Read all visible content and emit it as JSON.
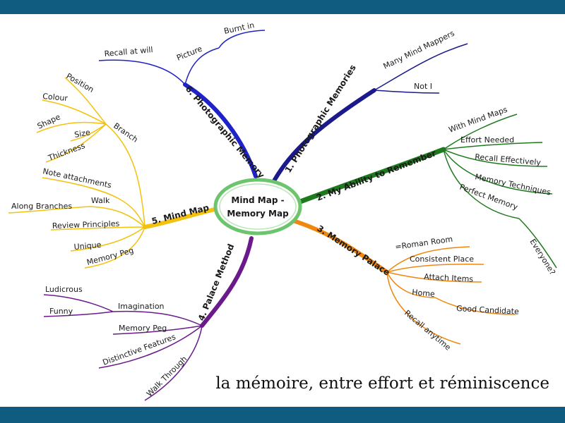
{
  "center": {
    "line1": "Mind Map -",
    "line2": "Memory Map"
  },
  "branches": {
    "b1": {
      "label": "1. Photographic Memories",
      "color": "#1a1a8c",
      "sub": {
        "many": "Many Mind Mappers",
        "not": "Not I"
      }
    },
    "b2": {
      "label": "2. My Ability to Remember",
      "color": "#1f7a1f",
      "sub": {
        "with": "With Mind Maps",
        "effort": "Effort Needed",
        "recall": "Recall Effectively",
        "techniques": "Memory Techniques",
        "perfect": "Perfect Memory",
        "everyone": "Everyone?"
      }
    },
    "b3": {
      "label": "3. Memory Palace",
      "color": "#f0870f",
      "sub": {
        "roman": "=Roman Room",
        "consistent": "Consistent Place",
        "attach": "Attach Items",
        "home": "Home",
        "good": "Good Candidate",
        "anytime": "Recall anytime"
      }
    },
    "b4": {
      "label": "4. Palace Method",
      "color": "#6a1a8a",
      "sub": {
        "imagination": "Imagination",
        "ludicrous": "Ludicrous",
        "funny": "Funny",
        "peg": "Memory Peg",
        "distinctive": "Distinctive Features",
        "walk": "Walk Through"
      }
    },
    "b5": {
      "label": "5. Mind Map",
      "color": "#f2c20c",
      "sub": {
        "branch": "Branch",
        "position": "Position",
        "colour": "Colour",
        "shape": "Shape",
        "size": "Size",
        "thickness": "Thickness",
        "note": "Note attachments",
        "walk": "Walk",
        "along": "Along Branches",
        "review": "Review Principles",
        "unique": "Unique",
        "peg": "Memory Peg"
      }
    },
    "b6": {
      "label": "6. Photographic Memory",
      "color": "#1e22c8",
      "sub": {
        "recall": "Recall at will",
        "picture": "Picture",
        "burnt": "Burnt in"
      }
    }
  },
  "caption": "la mémoire, entre effort et réminiscence"
}
